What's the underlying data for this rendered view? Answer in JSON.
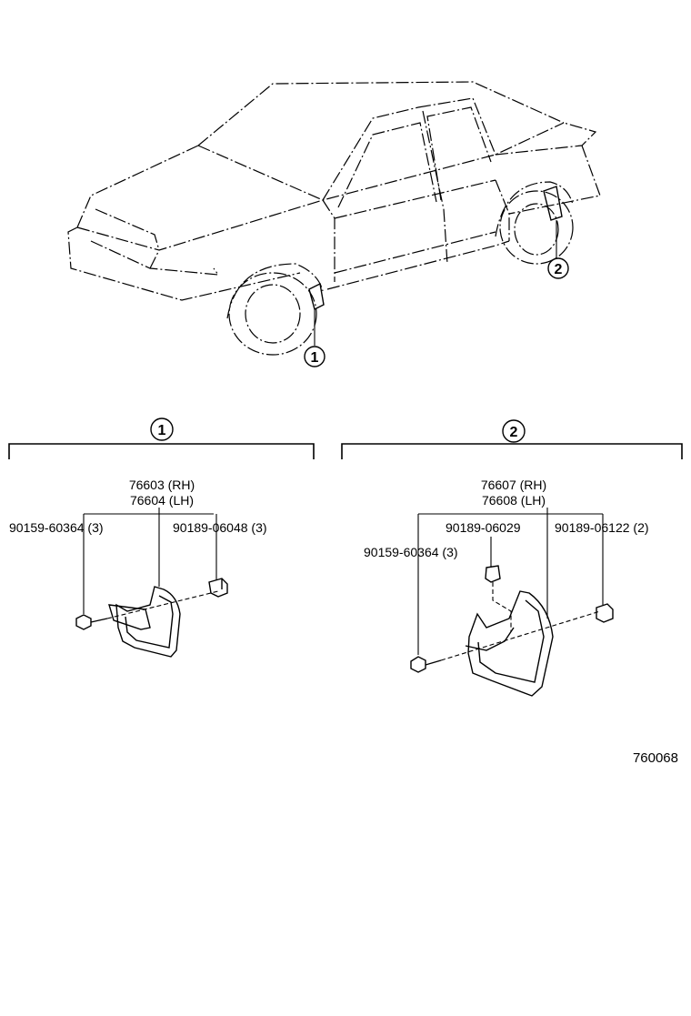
{
  "overview": {
    "callout_1": "1",
    "callout_2": "2"
  },
  "group_1": {
    "callout": "1",
    "part_rh": "76603 (RH)",
    "part_lh": "76604 (LH)",
    "screw": "90159-60364 (3)",
    "clip": "90189-06048 (3)"
  },
  "group_2": {
    "callout": "2",
    "part_rh": "76607 (RH)",
    "part_lh": "76608 (LH)",
    "clip_a": "90189-06029",
    "clip_b": "90189-06122 (2)",
    "screw": "90159-60364 (3)"
  },
  "figure_code": "760068"
}
